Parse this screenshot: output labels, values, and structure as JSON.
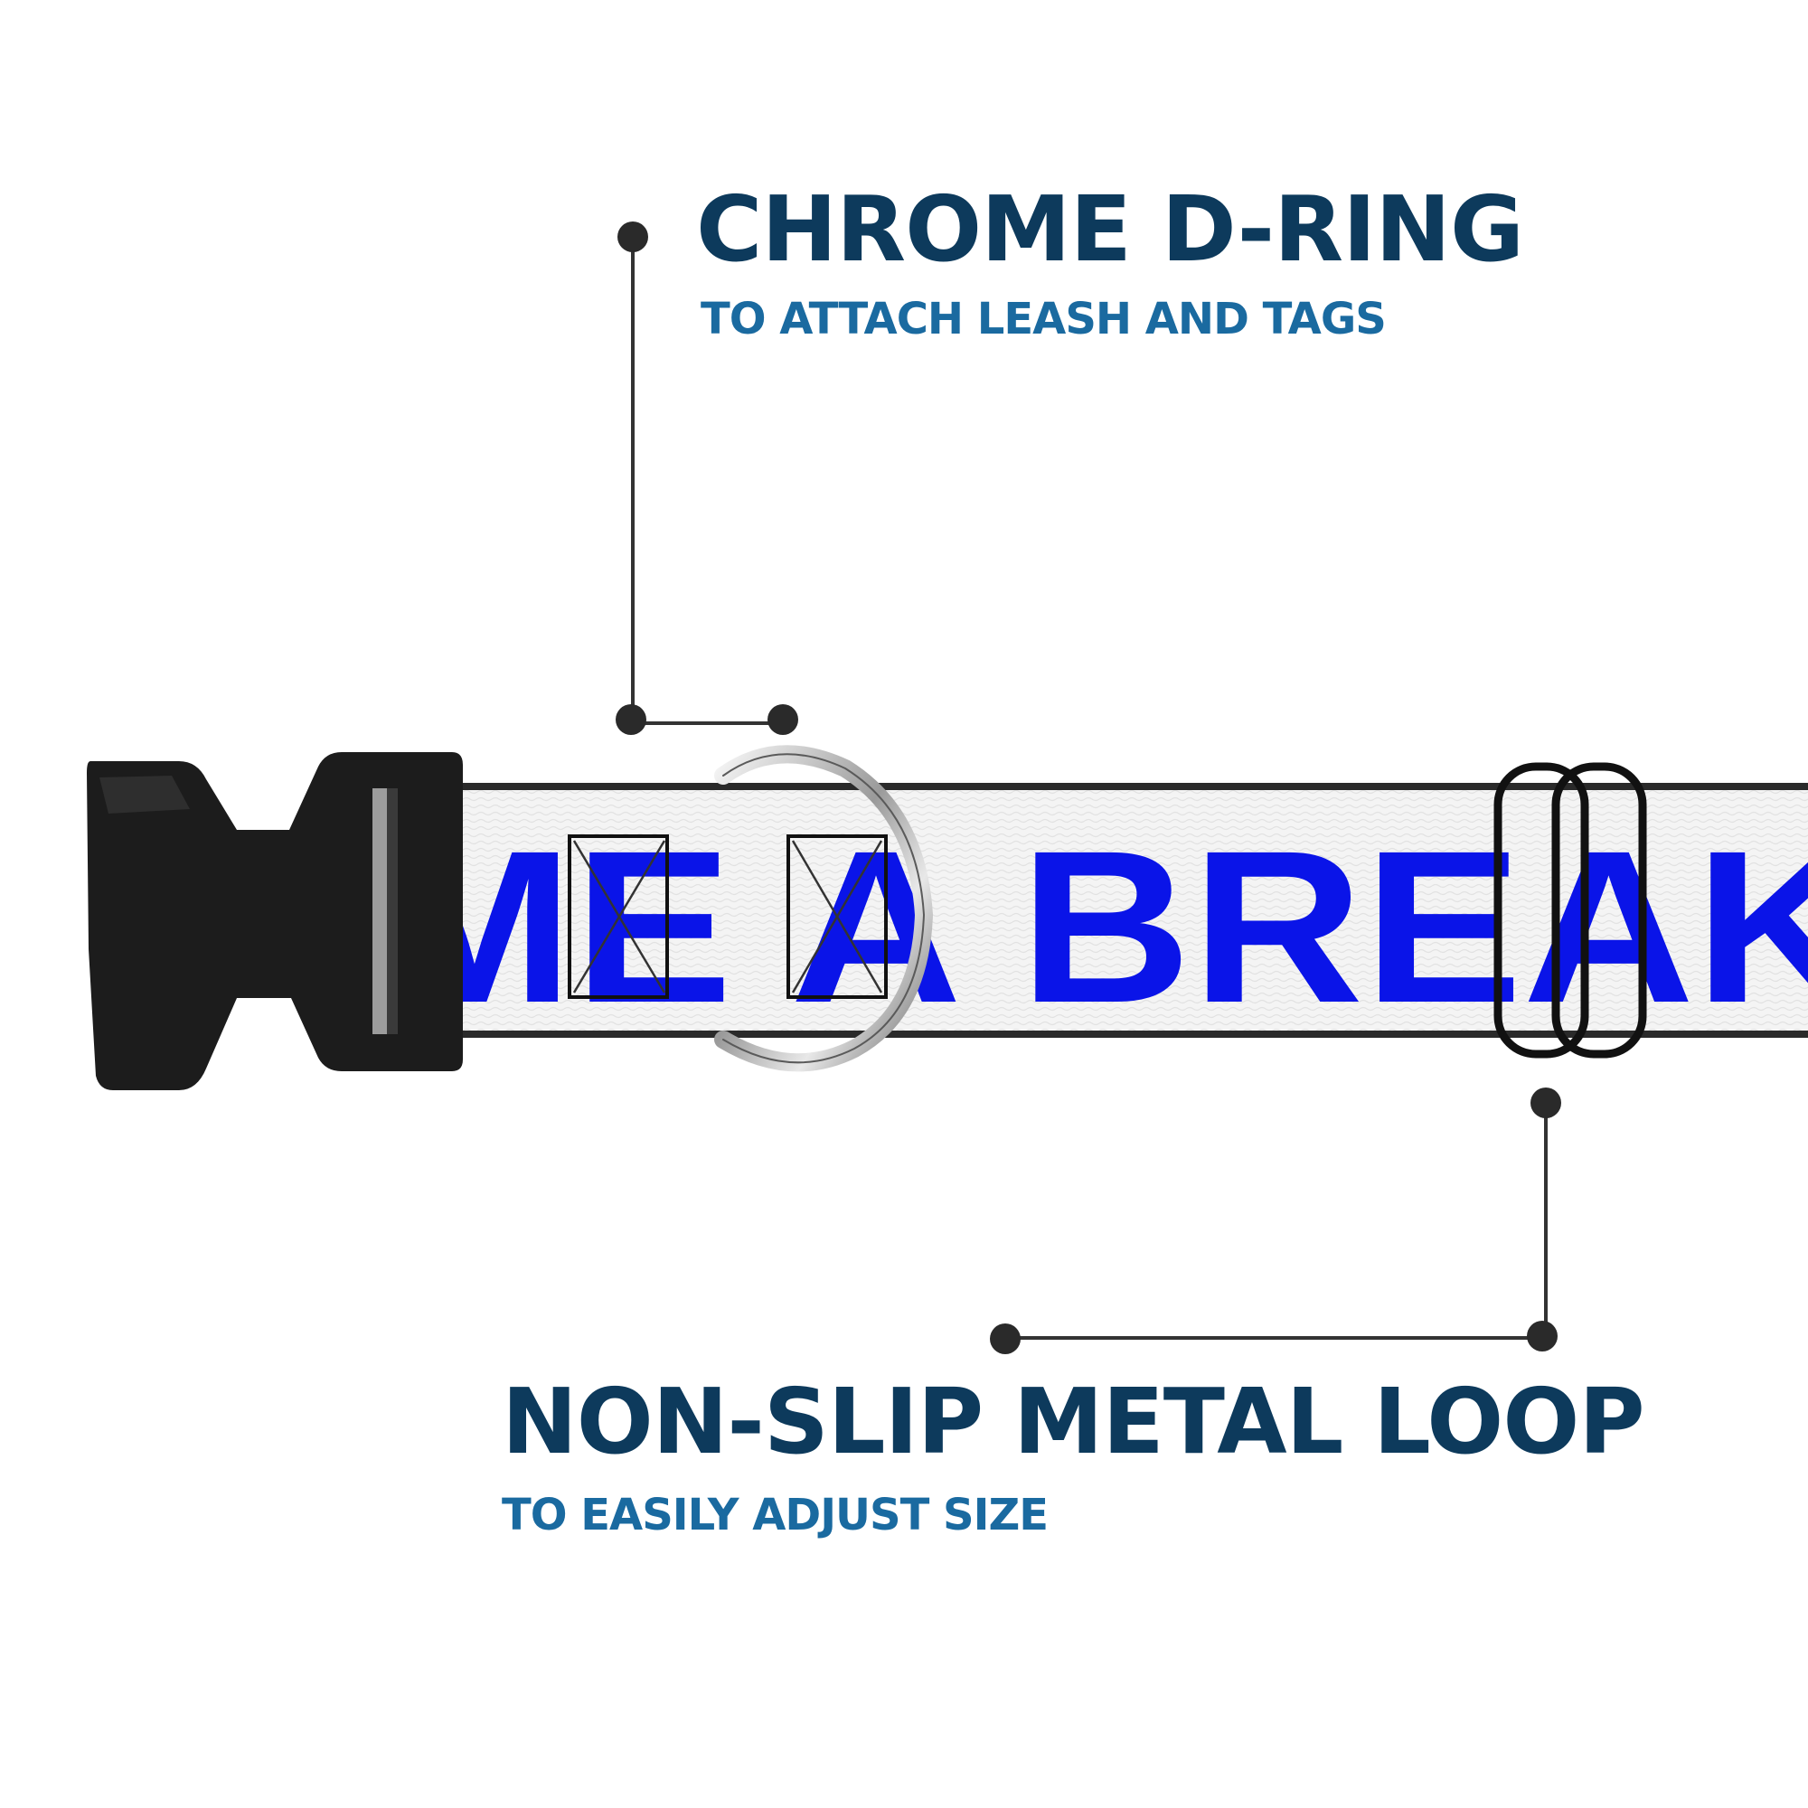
{
  "callouts": {
    "dring": {
      "title": "CHROME D-RING",
      "subtitle": "TO ATTACH LEASH AND TAGS"
    },
    "loop": {
      "title": "NON-SLIP METAL LOOP",
      "subtitle": "TO EASILY ADJUST SIZE"
    }
  },
  "collar": {
    "print_text": "ME A BREAK",
    "print_color": "#0a14e8",
    "strap_color": "#f2f2f2",
    "buckle_color": "#1c1c1c",
    "dring_color": "#c8c8c8",
    "loop_color": "#111111"
  },
  "colors": {
    "title": "#0d3a5c",
    "subtitle": "#1a6aa0",
    "leader": "#333333"
  },
  "icons": {
    "buckle": "plastic-side-release-buckle",
    "dring": "chrome-d-ring",
    "loop": "tri-glide-slider"
  }
}
